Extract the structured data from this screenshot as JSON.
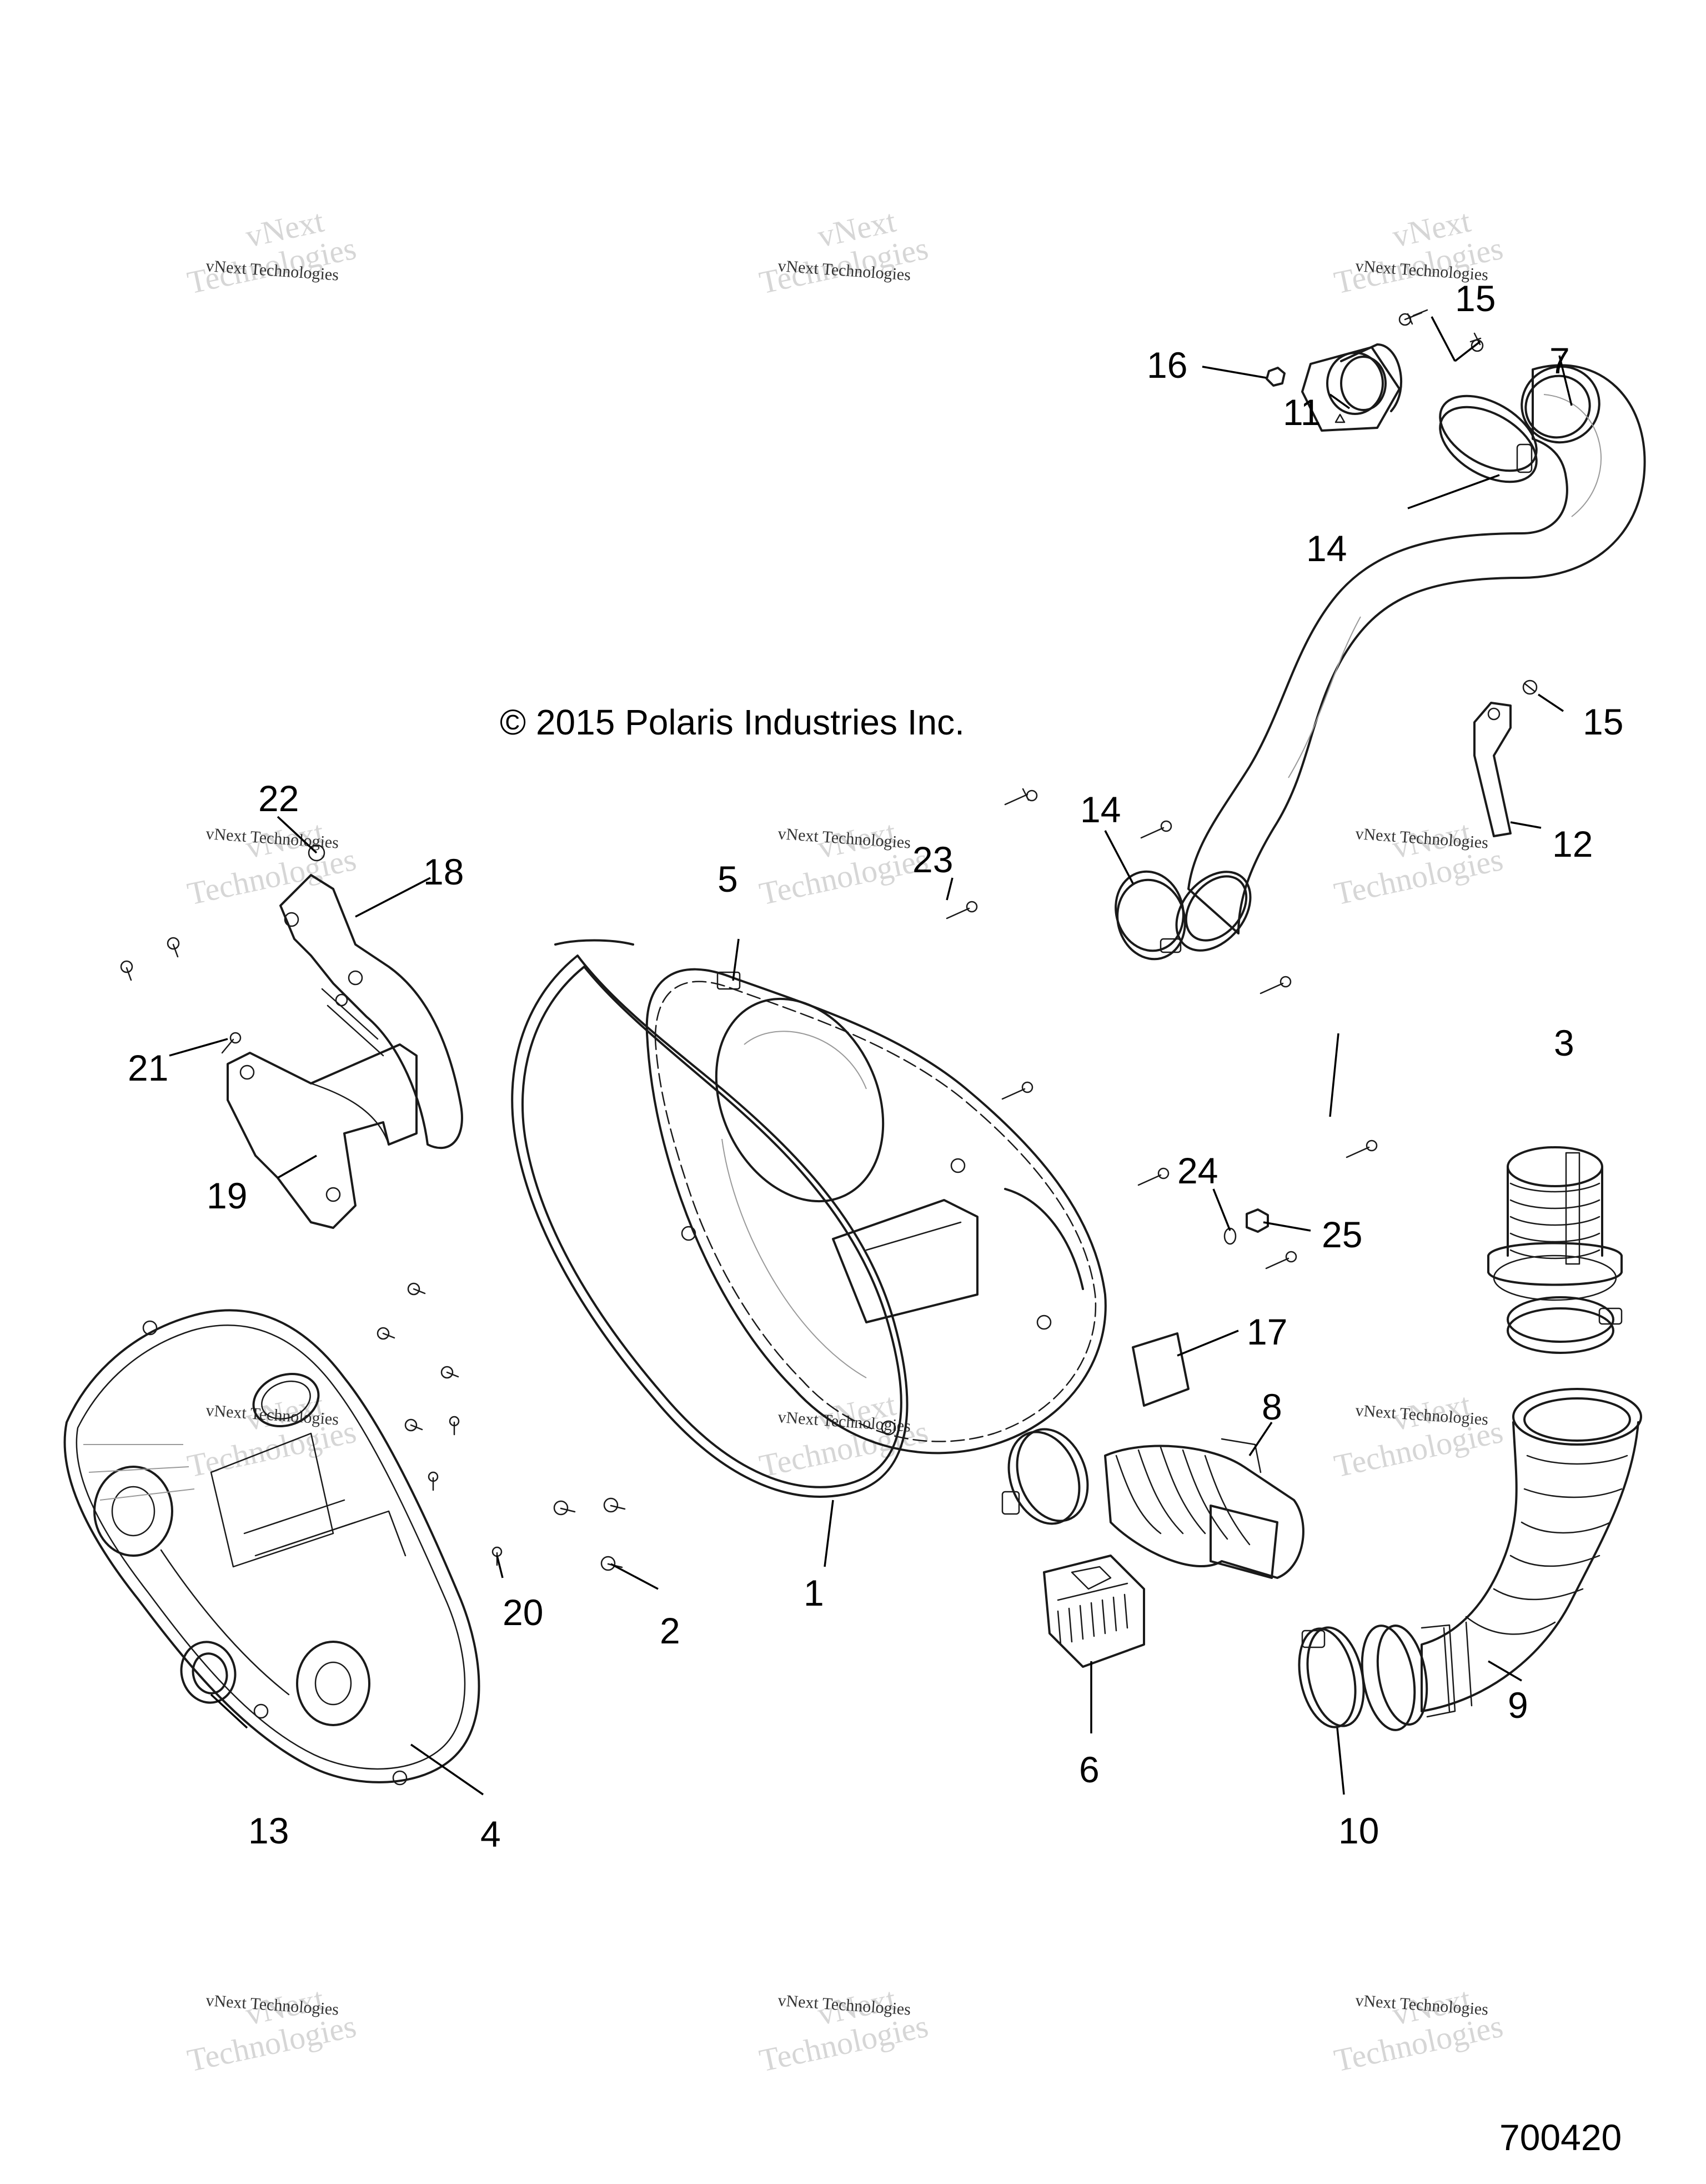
{
  "copyright": "© 2015 Polaris Industries Inc.",
  "document_number": "700420",
  "watermark": {
    "line_top": "vNext",
    "line_bottom": "Technologies",
    "small": "vNext Technologies"
  },
  "callouts": [
    "1",
    "2",
    "3",
    "4",
    "5",
    "6",
    "7",
    "8",
    "9",
    "10",
    "11",
    "12",
    "13",
    "14",
    "14",
    "15",
    "15",
    "16",
    "17",
    "18",
    "19",
    "20",
    "21",
    "22",
    "23",
    "24",
    "25"
  ]
}
